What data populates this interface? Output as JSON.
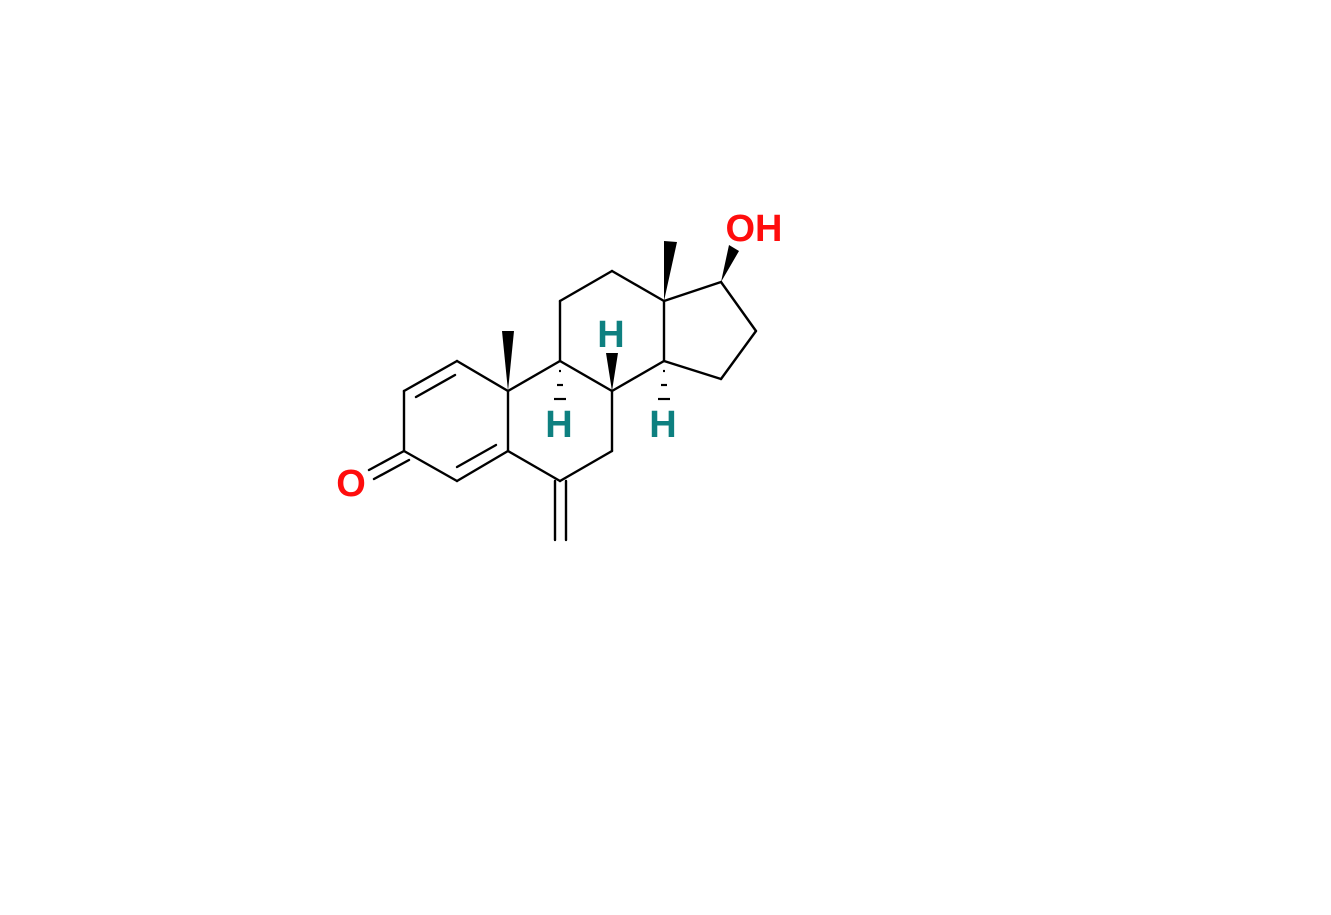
{
  "molecule": {
    "description": "Steroid skeleton: 17beta-hydroxy-6-methylene-androsta-1,4-dien-3-one",
    "labels": {
      "oxygen_ketone": "O",
      "hydroxyl": "OH",
      "h8": "H",
      "h9": "H",
      "h14": "H"
    },
    "colors": {
      "bond": "#000000",
      "oxygen": "#ff0d0d",
      "hydrogen": "#0e8080",
      "background": "#ffffff"
    }
  }
}
